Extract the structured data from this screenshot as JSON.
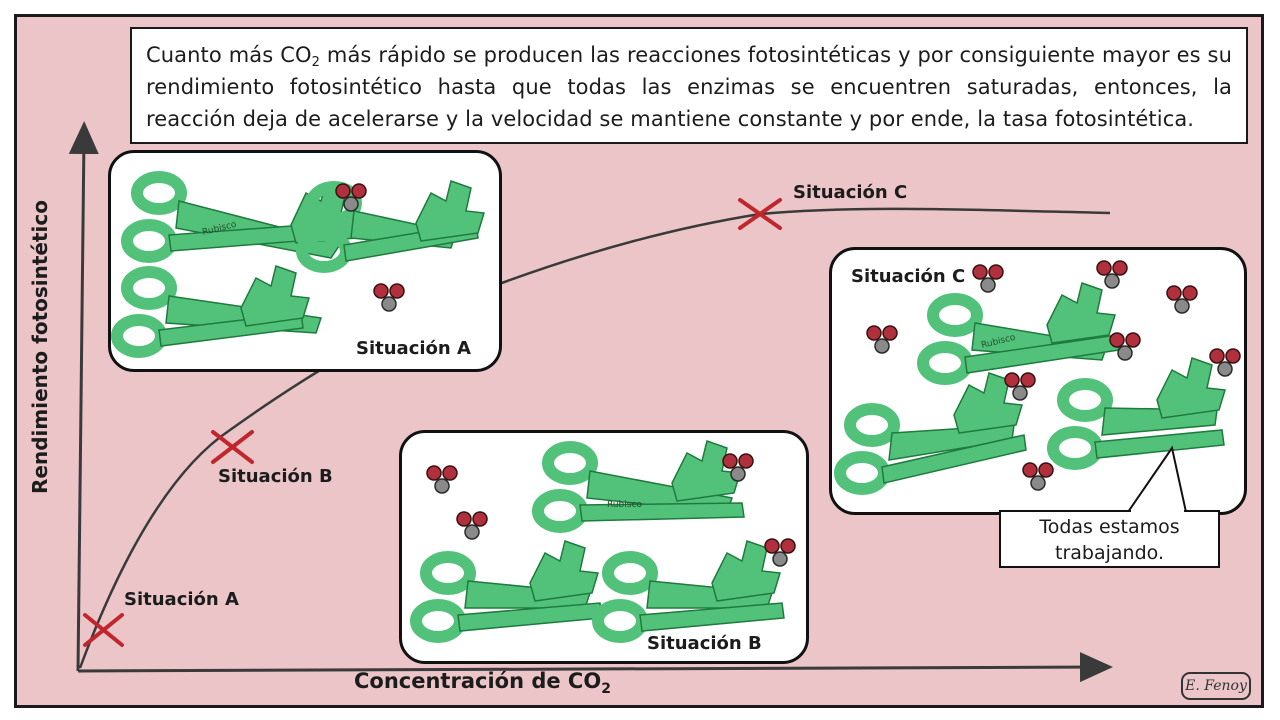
{
  "caption": {
    "part1": "Cuanto más CO",
    "sub": "2",
    "part2": " más rápido se producen las reacciones fotosintéticas y por consiguiente mayor es su rendimiento fotosintético hasta que todas las enzimas se encuentren saturadas, entonces, la reacción deja de acelerarse y la velocidad se mantiene constante y por ende, la tasa fotosintética."
  },
  "chart_data": {
    "type": "line",
    "xlabel": "Concentración de CO₂",
    "ylabel": "Rendimiento fotosintético",
    "grid": false,
    "series": [
      {
        "shape": "saturation curve (increasing, then plateau)"
      }
    ],
    "points": [
      {
        "label": "Situación A",
        "stage": "low"
      },
      {
        "label": "Situación B",
        "stage": "medium"
      },
      {
        "label": "Situación C",
        "stage": "plateau"
      }
    ]
  },
  "axes": {
    "xlabel_main": "Concentración de CO",
    "xlabel_sub": "2",
    "ylabel": "Rendimiento fotosintético"
  },
  "markers": {
    "a": "Situación A",
    "b": "Situación B",
    "c": "Situación C"
  },
  "panels": {
    "a": {
      "label": "Situación A",
      "enzyme_text": "Rubisco"
    },
    "b": {
      "label": "Situación B",
      "enzyme_text": "Rubisco"
    },
    "c": {
      "label": "Situación C",
      "enzyme_text": "Rubisco"
    }
  },
  "speech": {
    "line1": "Todas estamos",
    "line2": "trabajando."
  },
  "signature": "E. Fenoy",
  "colors": {
    "background": "#ebc5c8",
    "enzyme_fill": "#52c27a",
    "enzyme_stroke": "#1f7a3e",
    "co2_oxygen": "#b0303e",
    "co2_carbon": "#8a8a8a",
    "marker": "#c0262b"
  }
}
